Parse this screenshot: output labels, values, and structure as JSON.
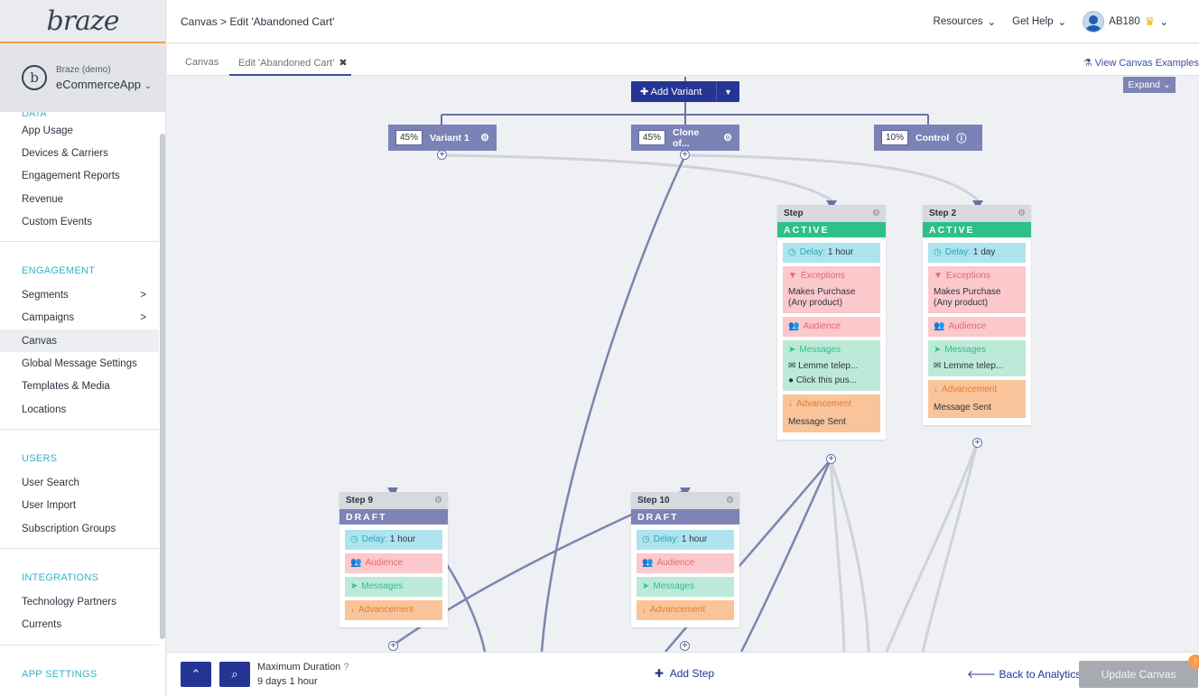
{
  "brand": {
    "logo": "braze"
  },
  "app_switcher": {
    "company": "Braze (demo)",
    "app": "eCommerceApp"
  },
  "sidebar": {
    "cut_section": "DATA",
    "data_items": [
      "App Usage",
      "Devices & Carriers",
      "Engagement Reports",
      "Revenue",
      "Custom Events"
    ],
    "engagement_title": "ENGAGEMENT",
    "engagement_items": [
      {
        "label": "Segments",
        "chevron": ">"
      },
      {
        "label": "Campaigns",
        "chevron": ">"
      },
      {
        "label": "Canvas",
        "chevron": ""
      },
      {
        "label": "Global Message Settings",
        "chevron": ""
      },
      {
        "label": "Templates & Media",
        "chevron": ""
      },
      {
        "label": "Locations",
        "chevron": ""
      }
    ],
    "users_title": "USERS",
    "users_items": [
      "User Search",
      "User Import",
      "Subscription Groups"
    ],
    "integrations_title": "INTEGRATIONS",
    "integrations_items": [
      "Technology Partners",
      "Currents"
    ],
    "app_settings_title": "APP SETTINGS"
  },
  "header": {
    "breadcrumb": "Canvas > Edit 'Abandoned Cart'",
    "resources": "Resources",
    "get_help": "Get Help",
    "user": "AB180"
  },
  "tabs": {
    "tab1": "Canvas",
    "tab2": "Edit 'Abandoned Cart'",
    "view_examples": "View Canvas Examples"
  },
  "canvas": {
    "expand": "Expand",
    "add_variant": "Add Variant",
    "variants": [
      {
        "pct": "45%",
        "name": "Variant 1"
      },
      {
        "pct": "45%",
        "name": "Clone of..."
      },
      {
        "pct": "10%",
        "name": "Control"
      }
    ],
    "steps": {
      "step_a": {
        "title": "Step",
        "status": "ACTIVE",
        "delay_label": "Delay:",
        "delay_value": "1 hour",
        "exceptions": "Exceptions",
        "exceptions_text": "Makes Purchase (Any product)",
        "audience": "Audience",
        "messages": "Messages",
        "msg1": "Lemme telep...",
        "msg2": "Click this pus...",
        "advancement": "Advancement",
        "advancement_text": "Message Sent"
      },
      "step_b": {
        "title": "Step 2",
        "status": "ACTIVE",
        "delay_label": "Delay:",
        "delay_value": "1 day",
        "exceptions": "Exceptions",
        "exceptions_text": "Makes Purchase (Any product)",
        "audience": "Audience",
        "messages": "Messages",
        "msg1": "Lemme telep...",
        "advancement": "Advancement",
        "advancement_text": "Message Sent"
      },
      "step_9": {
        "title": "Step 9",
        "status": "DRAFT",
        "delay_label": "Delay:",
        "delay_value": "1 hour",
        "audience": "Audience",
        "messages": "Messages",
        "advancement": "Advancement"
      },
      "step_10": {
        "title": "Step 10",
        "status": "DRAFT",
        "delay_label": "Delay:",
        "delay_value": "1 hour",
        "audience": "Audience",
        "messages": "Messages",
        "advancement": "Advancement"
      }
    }
  },
  "bottom": {
    "max_duration_label": "Maximum Duration",
    "max_duration_value": "9 days 1 hour",
    "add_step": "Add Step",
    "back_analytics": "Back to Analytics",
    "update_canvas": "Update Canvas"
  },
  "colors": {
    "primary": "#253593",
    "active": "#2ebf8b",
    "draft": "#7c83b5",
    "section": "#2fb5c9"
  }
}
